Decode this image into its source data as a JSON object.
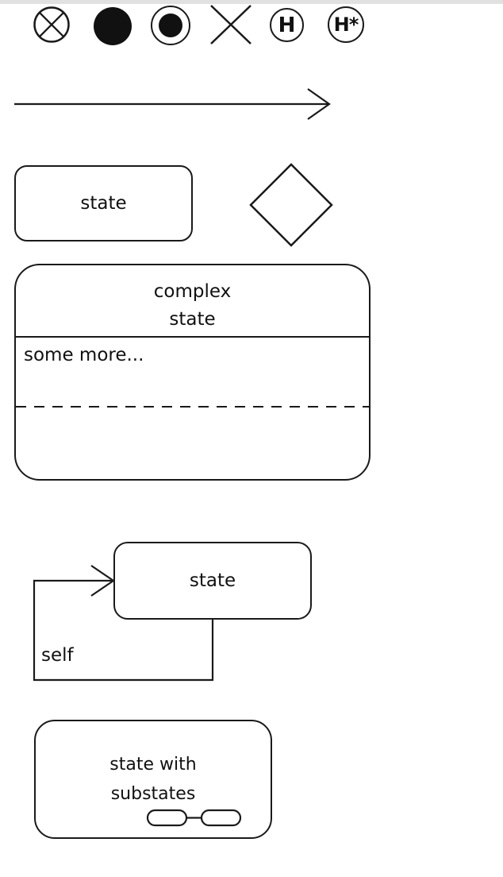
{
  "page": {
    "background_color": "#ffffff",
    "top_bar_color": "#e1e1e1",
    "stroke_color": "#1a1a1a"
  },
  "icon_row": {
    "exit_point": {
      "glyph": "circle-with-cross"
    },
    "initial_state": {
      "glyph": "filled-circle"
    },
    "final_state": {
      "glyph": "circle-with-filled-dot"
    },
    "terminate": {
      "glyph": "cross"
    },
    "shallow_history": {
      "label": "H"
    },
    "deep_history": {
      "label": "H*"
    }
  },
  "shapes": {
    "transition_arrow": {
      "type": "right-arrow-open-head"
    },
    "simple_state": {
      "label": "state"
    },
    "choice": {
      "type": "diamond"
    },
    "complex_state": {
      "title_line1": "complex",
      "title_line2": "state",
      "body_text": "some more..."
    },
    "self_transition": {
      "state_label": "state",
      "edge_label": "self"
    },
    "state_with_substates": {
      "label_line1": "state with",
      "label_line2": "substates"
    }
  }
}
